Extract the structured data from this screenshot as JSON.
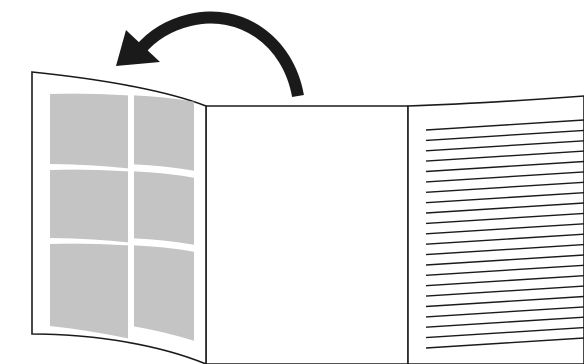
{
  "diagram": {
    "colors": {
      "background": "#ffffff",
      "stroke": "#1a1a1a",
      "panel_fill": "#ffffff",
      "photo_fill": "#c4c4c4",
      "text_line": "#1a1a1a",
      "arrow": "#1a1a1a"
    },
    "photo_grid": {
      "rows": 3,
      "cols": 2
    },
    "text_lines_count": 22,
    "icons": [
      "curved-arrow-left-icon"
    ]
  }
}
